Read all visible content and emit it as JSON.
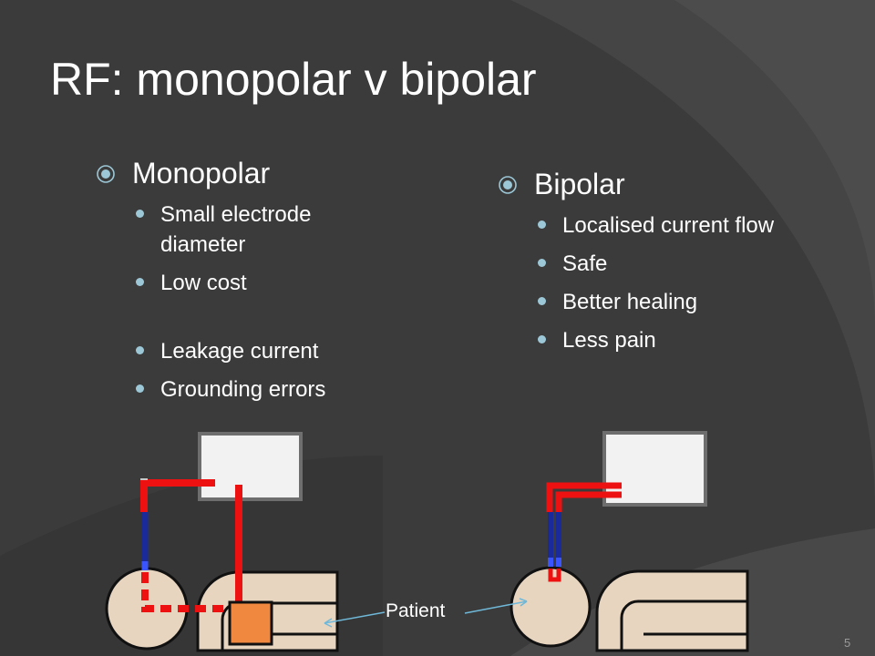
{
  "slide": {
    "title": "RF: monopolar v bipolar",
    "page_number": "5"
  },
  "left_column": {
    "heading": "Monopolar",
    "bullets": [
      {
        "text": "Small electrode diameter"
      },
      {
        "text": "Low cost"
      },
      {
        "text": "Leakage current"
      },
      {
        "text": "Grounding errors"
      }
    ]
  },
  "right_column": {
    "heading": "Bipolar",
    "bullets": [
      {
        "text": "Localised current flow"
      },
      {
        "text": "Safe"
      },
      {
        "text": "Better healing"
      },
      {
        "text": "Less pain"
      }
    ]
  },
  "diagram": {
    "patient_label": "Patient",
    "colors": {
      "active_wire": "#ee1111",
      "return_wire": "#1a2a9a",
      "body": "#e7d5c0",
      "ground_pad": "#f08840",
      "generator": "#f2f2f2",
      "generator_border": "#6e6e6e",
      "annotation": "#6fb8d8"
    }
  }
}
